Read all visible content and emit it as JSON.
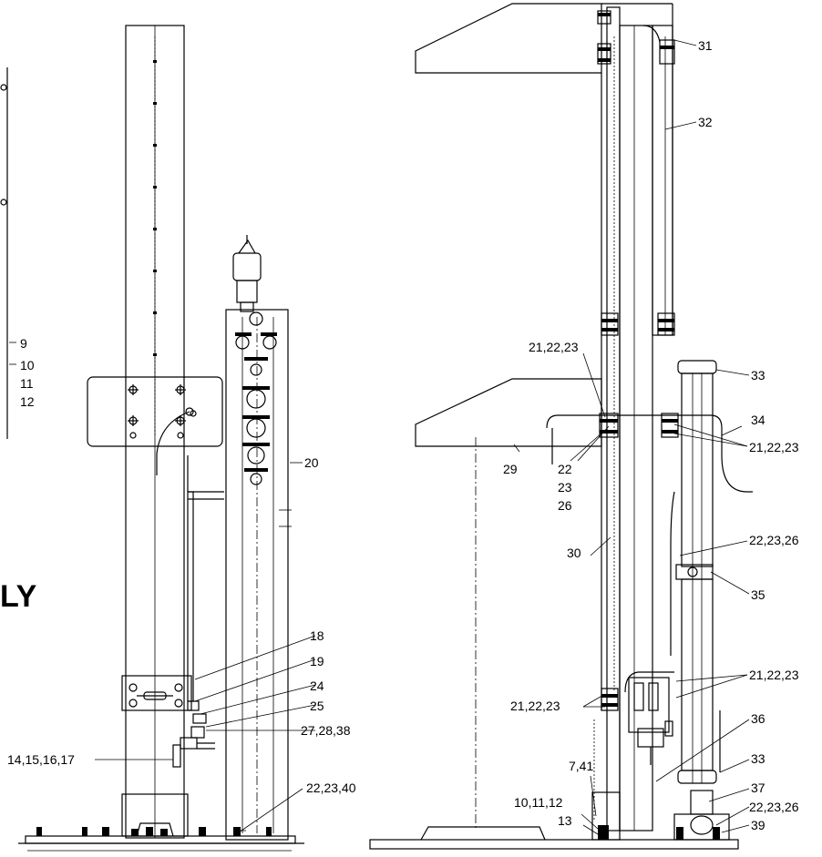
{
  "title_fragment": "LY",
  "left_view": {
    "callouts": [
      "9",
      "10",
      "11",
      "12",
      "14,15,16,17",
      "18",
      "19",
      "20",
      "22,23,40",
      "24",
      "25",
      "27,28,38"
    ]
  },
  "right_view": {
    "callouts": [
      "7,41",
      "10,11,12",
      "13",
      "21,22,23",
      "21,22,23",
      "21,22,23",
      "21,22,23",
      "22",
      "23",
      "26",
      "22,23,26",
      "22,23,26",
      "29",
      "30",
      "31",
      "32",
      "33",
      "33",
      "34",
      "35",
      "36",
      "37",
      "39"
    ]
  }
}
